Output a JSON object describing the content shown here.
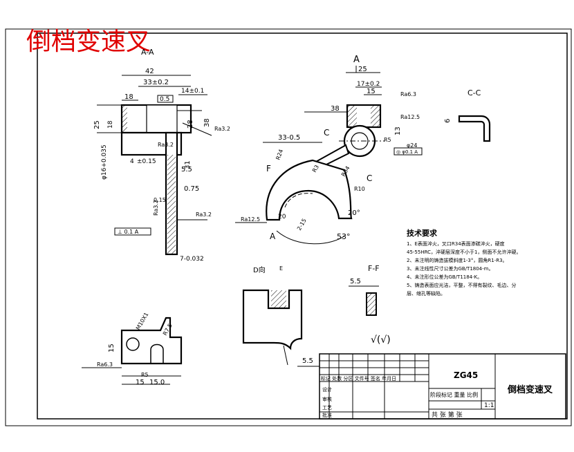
{
  "title_red": "倒档变速叉",
  "views": {
    "section_aa": "A-A",
    "section_cc": "C-C",
    "section_ff": "F-F",
    "view_d": "D向",
    "marker_a": "A",
    "marker_c": "C",
    "marker_f": "F",
    "marker_e": "E"
  },
  "dims": {
    "d42": "42",
    "d33_02": "33±0.2",
    "d14_01": "14±0.1",
    "d18": "18",
    "d0_5": "0.5",
    "d25": "25",
    "dia16": "φ16+0.035",
    "d28": "28",
    "d38v": "38",
    "d38": "38",
    "d4": "4",
    "d4_015": "±0.15",
    "d31": "31",
    "d5_5": "5.5",
    "d0_75": "0.75",
    "d7": "7-0.032",
    "d17_02": "17±0.2",
    "d15": "15",
    "d15_0": "15.0",
    "d13": "13",
    "r5": "R5",
    "dia24": "φ24",
    "d33_05": "33-0.5",
    "r24": "R24",
    "r3": "R3",
    "r34": "R34",
    "r10": "R10",
    "angle20": "20°",
    "angle53": "53°",
    "d20": "20",
    "d2_15": "2-15",
    "d6": "6",
    "thread": "M10X1",
    "r75": "R7.5"
  },
  "roughness": {
    "ra32": "Ra3.2",
    "ra63": "Ra6.3",
    "ra125": "Ra12.5",
    "general": "√(√)"
  },
  "tolerances": {
    "frame_a": "⊥ 0.1 A",
    "frame_b": "◎ φ0.1 A"
  },
  "notes": {
    "small_a": "",
    "tol_015": "0.15"
  },
  "tech": {
    "title": "技术要求",
    "lines": [
      "1、E表面淬火，叉口R34表面渗碳淬火，硬度",
      "45-55HRC，淬硬层深度不小于1，侧面不允许淬硬。",
      "2、未注明的铸造拔模斜度1-3°，圆角R1-R3。",
      "3、未注线性尺寸公差为GB/T1804-m。",
      "4、未注形位公差为GB/T1184-K。",
      "5、铸造表面应光洁，平整，不得有裂纹、毛边、分",
      "层、缩孔等缺陷。"
    ]
  },
  "title_block": {
    "row_header": "标记 处数 分区 文件号 签名 年月日",
    "design": "设计",
    "check": "审核",
    "process": "工艺",
    "approve": "批准",
    "material": "ZG45",
    "stage_headers": "阶段标记 重量 比例",
    "scale": "1:1",
    "sheets": "共  张  第  张",
    "part_name": "倒档变速叉"
  }
}
